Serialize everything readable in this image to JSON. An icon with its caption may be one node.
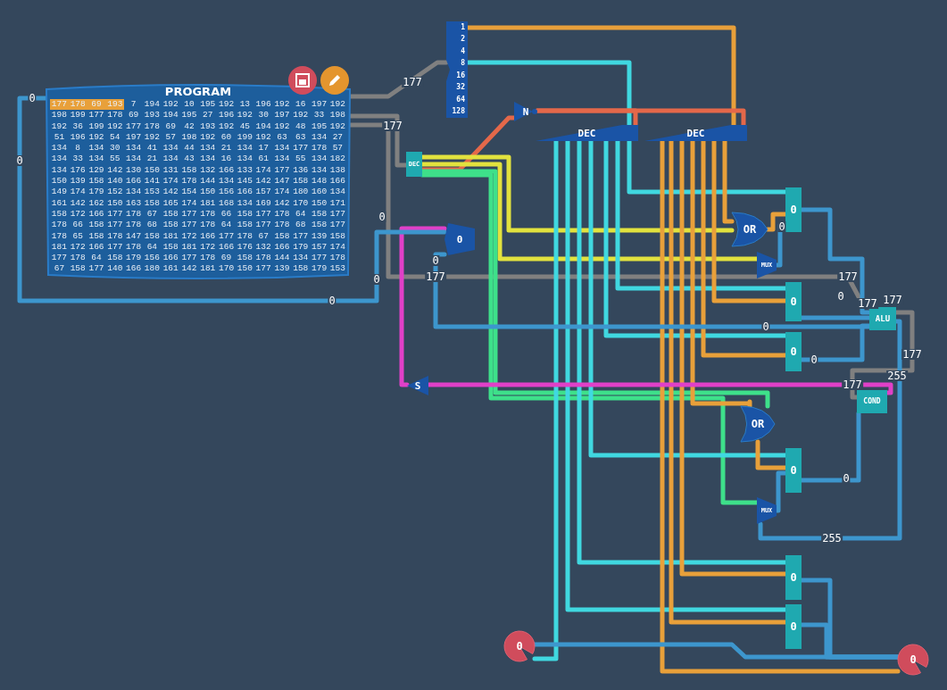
{
  "diagram": {
    "nodes": [
      {
        "text": [
          "PROGRAM"
        ]
      },
      {
        "text": [
          "1",
          "2",
          "4",
          "8",
          "16",
          "32",
          "64",
          "128"
        ]
      },
      {
        "text": [
          "DEC"
        ]
      },
      {
        "text": [
          "N"
        ]
      },
      {
        "text": [
          "DEC"
        ]
      },
      {
        "text": [
          "DEC"
        ]
      },
      {
        "text": [
          "0"
        ]
      },
      {
        "text": [
          "OR"
        ]
      },
      {
        "text": [
          "0"
        ]
      },
      {
        "text": [
          "MUX"
        ]
      },
      {
        "text": [
          "0"
        ]
      },
      {
        "text": [
          "ALU"
        ]
      },
      {
        "text": [
          "0"
        ]
      },
      {
        "text": [
          "S"
        ]
      },
      {
        "text": [
          "COND"
        ]
      },
      {
        "text": [
          "OR"
        ]
      },
      {
        "text": [
          "0"
        ]
      },
      {
        "text": [
          "MUX"
        ]
      },
      {
        "text": [
          "0"
        ]
      },
      {
        "text": [
          "0"
        ]
      },
      {
        "text": [
          "0"
        ]
      },
      {
        "text": [
          "0"
        ]
      }
    ],
    "edges": [
      {
        "from": 0,
        "to": 1,
        "arrow": "none",
        "label": "177",
        "color": "#808080"
      },
      {
        "from": 0,
        "to": 2,
        "arrow": "none",
        "color": "#808080"
      },
      {
        "from": 0,
        "to": 11,
        "arrow": "none",
        "label": "177",
        "color": "#808080"
      },
      {
        "from": 1,
        "to": 4,
        "arrow": "none",
        "color": "#40d8e0"
      },
      {
        "from": 1,
        "to": 5,
        "arrow": "none",
        "color": "#e8a03a"
      },
      {
        "from": 2,
        "to": 3,
        "arrow": "none",
        "color": "#e4684a"
      },
      {
        "from": 3,
        "to": 4,
        "arrow": "none",
        "color": "#e4684a"
      },
      {
        "from": 3,
        "to": 5,
        "arrow": "none",
        "color": "#e4684a"
      },
      {
        "from": 2,
        "to": 7,
        "arrow": "none",
        "color": "#e2e23e"
      },
      {
        "from": 2,
        "to": 9,
        "arrow": "none",
        "color": "#e2e23e"
      },
      {
        "from": 2,
        "to": 15,
        "arrow": "none",
        "color": "#3ee08a"
      },
      {
        "from": 2,
        "to": 17,
        "arrow": "none",
        "color": "#3ee08a"
      },
      {
        "from": 4,
        "to": 8,
        "arrow": "none",
        "color": "#40d8e0"
      },
      {
        "from": 4,
        "to": 10,
        "arrow": "none",
        "color": "#40d8e0"
      },
      {
        "from": 4,
        "to": 12,
        "arrow": "none",
        "color": "#40d8e0"
      },
      {
        "from": 4,
        "to": 16,
        "arrow": "none",
        "color": "#40d8e0"
      },
      {
        "from": 4,
        "to": 18,
        "arrow": "none",
        "color": "#40d8e0"
      },
      {
        "from": 4,
        "to": 19,
        "arrow": "none",
        "color": "#40d8e0"
      },
      {
        "from": 4,
        "to": 20,
        "arrow": "none",
        "color": "#40d8e0"
      },
      {
        "from": 5,
        "to": 7,
        "arrow": "none",
        "color": "#e8a03a"
      },
      {
        "from": 5,
        "to": 10,
        "arrow": "none",
        "color": "#e8a03a"
      },
      {
        "from": 5,
        "to": 12,
        "arrow": "none",
        "color": "#e8a03a"
      },
      {
        "from": 5,
        "to": 15,
        "arrow": "none",
        "color": "#e8a03a"
      },
      {
        "from": 5,
        "to": 18,
        "arrow": "none",
        "color": "#e8a03a"
      },
      {
        "from": 5,
        "to": 19,
        "arrow": "none",
        "color": "#e8a03a"
      },
      {
        "from": 5,
        "to": 21,
        "arrow": "none",
        "color": "#e8a03a"
      },
      {
        "from": 7,
        "to": 8,
        "arrow": "none",
        "color": "#e8a03a"
      },
      {
        "from": 15,
        "to": 16,
        "arrow": "none",
        "color": "#e8a03a"
      },
      {
        "from": 13,
        "to": 14,
        "arrow": "none",
        "label": "177",
        "color": "#e040c8"
      },
      {
        "from": 6,
        "to": 13,
        "arrow": "none",
        "color": "#e040c8"
      },
      {
        "from": 9,
        "to": 8,
        "arrow": "none"
      },
      {
        "from": 8,
        "to": 11,
        "arrow": "none"
      },
      {
        "from": 10,
        "to": 11,
        "arrow": "none"
      },
      {
        "from": 12,
        "to": 11,
        "arrow": "none"
      },
      {
        "from": 6,
        "to": 11,
        "arrow": "none",
        "label": "0"
      },
      {
        "from": 11,
        "to": 14,
        "arrow": "none",
        "label": "177",
        "color": "#808080"
      },
      {
        "from": 11,
        "to": 17,
        "arrow": "none",
        "label": "255"
      },
      {
        "from": 16,
        "to": 14,
        "arrow": "none"
      },
      {
        "from": 17,
        "to": 16,
        "arrow": "none"
      },
      {
        "from": 18,
        "to": 21,
        "arrow": "none"
      },
      {
        "from": 19,
        "to": 21,
        "arrow": "none"
      },
      {
        "from": 20,
        "to": 21,
        "arrow": "none"
      },
      {
        "from": 6,
        "to": 0,
        "arrow": "none",
        "label": "0"
      }
    ],
    "labels": [
      "177",
      "178",
      "69",
      "193",
      "7",
      "194",
      "192",
      "10",
      "195",
      "192",
      "13",
      "196",
      "192",
      "16",
      "197",
      "192",
      "198",
      "199",
      "177",
      "178",
      "69",
      "193",
      "194",
      "195",
      "27",
      "196",
      "192",
      "30",
      "197",
      "192",
      "33",
      "198",
      "192",
      "36",
      "199",
      "192",
      "177",
      "178",
      "69",
      "42",
      "193",
      "192",
      "45",
      "194",
      "192",
      "48",
      "195",
      "192",
      "51",
      "196",
      "192",
      "54",
      "197",
      "192",
      "57",
      "198",
      "192",
      "60",
      "199",
      "192",
      "63",
      "63",
      "134",
      "27",
      "134",
      "8",
      "134",
      "30",
      "134",
      "41",
      "134",
      "44",
      "134",
      "21",
      "134",
      "17",
      "134",
      "177",
      "178",
      "57",
      "134",
      "33",
      "134",
      "55",
      "134",
      "21",
      "134",
      "43",
      "134",
      "16",
      "134",
      "61",
      "134",
      "55",
      "134",
      "182",
      "134",
      "176",
      "129",
      "142",
      "130",
      "150",
      "131",
      "158",
      "132",
      "166",
      "133",
      "174",
      "177",
      "136",
      "134",
      "138",
      "150",
      "139",
      "158",
      "140",
      "166",
      "141",
      "174",
      "178",
      "144",
      "134",
      "145",
      "142",
      "147",
      "158",
      "148",
      "166",
      "149",
      "174",
      "179",
      "152",
      "134",
      "153",
      "142",
      "154",
      "150",
      "156",
      "166",
      "157",
      "174",
      "180",
      "160",
      "134",
      "161",
      "142",
      "162",
      "150",
      "163",
      "158",
      "165",
      "174",
      "181",
      "168",
      "134",
      "169",
      "142",
      "170",
      "150",
      "171",
      "158",
      "172",
      "166",
      "177",
      "178",
      "67",
      "158",
      "177",
      "178",
      "66",
      "158",
      "177",
      "178",
      "64",
      "158",
      "177",
      "178",
      "66",
      "158",
      "177",
      "178",
      "68",
      "158",
      "177",
      "178",
      "64",
      "158",
      "177",
      "178",
      "68",
      "158",
      "177",
      "178",
      "65",
      "158",
      "178",
      "147",
      "158",
      "181",
      "172",
      "166",
      "177",
      "178",
      "67",
      "158",
      "177",
      "139",
      "158",
      "181",
      "172",
      "166",
      "177",
      "178",
      "64",
      "158",
      "181",
      "172",
      "166",
      "176",
      "132",
      "166",
      "179",
      "157",
      "174",
      "177",
      "178",
      "64",
      "158",
      "179",
      "156",
      "166",
      "177",
      "178",
      "69",
      "158",
      "178",
      "144",
      "134",
      "177",
      "178",
      "67",
      "158",
      "177",
      "140",
      "166",
      "180",
      "161",
      "142",
      "181",
      "170",
      "150",
      "177",
      "139",
      "158",
      "179",
      "153",
      "0",
      "0",
      "177",
      "0",
      "0",
      "0",
      "0",
      "177",
      "177",
      "177",
      "0",
      "0",
      "255",
      "0"
    ]
  }
}
